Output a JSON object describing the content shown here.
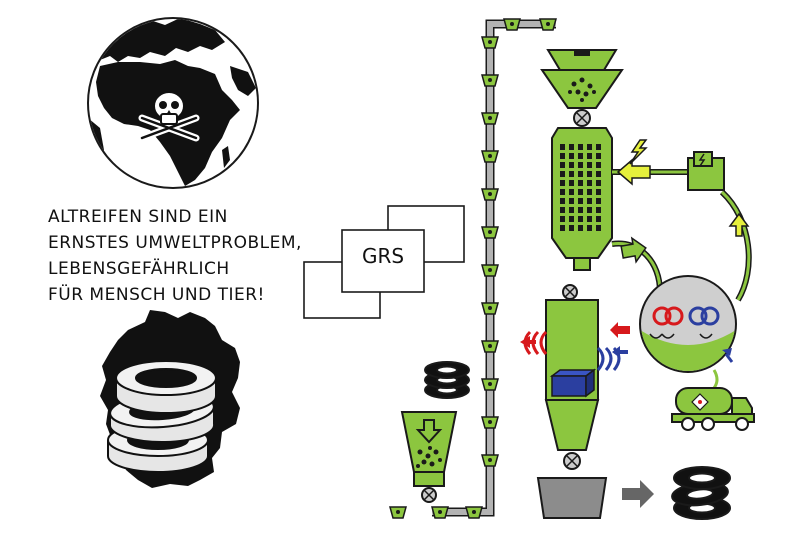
{
  "message": {
    "lines": [
      "ALTREIFEN SIND EIN",
      "ERNSTES UMWELTPROBLEM,",
      "LEBENSGEFÄHRLICH",
      "FÜR MENSCH UND TIER!"
    ]
  },
  "grs": {
    "label": "GRS"
  },
  "colors": {
    "machine_green": "#8cc63f",
    "outline": "#1a1a1a",
    "conveyor_gray": "#b3b3b3",
    "heat_red": "#d7191c",
    "cool_blue": "#2b3fa0",
    "energy_yellow": "#e6f03c",
    "outlet_gray": "#8c8c8c"
  },
  "icons": [
    "globe-icon",
    "skull-crossbones-icon",
    "germany-map-icon",
    "tire-stack-icon",
    "hopper-icon",
    "conveyor-bucket-icon",
    "reactor-icon",
    "lightning-icon",
    "generator-icon",
    "condenser-icon",
    "tanker-truck-icon",
    "heat-wave-icon",
    "arrow-icon",
    "output-tire-icon"
  ]
}
